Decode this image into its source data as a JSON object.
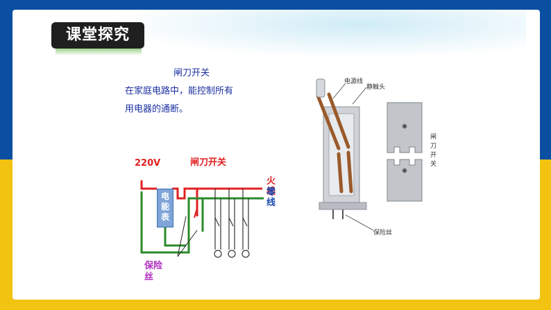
{
  "slide": {
    "title": "课堂探究",
    "intro": {
      "heading": "闸刀开关",
      "line1": "在家庭电路中，能控制所有",
      "line2": "用电器的通断。"
    }
  },
  "circuit": {
    "voltage_label": "220V",
    "knife_switch_label": "闸刀开关",
    "live_wire_label": "火线",
    "neutral_wire_label": "零线",
    "meter_label": "电能表",
    "fuse_label": "保险丝"
  },
  "switch_figure": {
    "power_wire_label": "电源线",
    "static_contact_label": "静触头",
    "knife_switch_label": "闸刀开关",
    "fuse_label": "保险丝"
  },
  "colors": {
    "top_band": "#0b4fa3",
    "bottom_band": "#f3c311",
    "live_wire": "#e02020",
    "neutral_wire": "#2a8a2a",
    "fuse_text": "#b030c0",
    "intro_text": "#1a2fa0"
  }
}
